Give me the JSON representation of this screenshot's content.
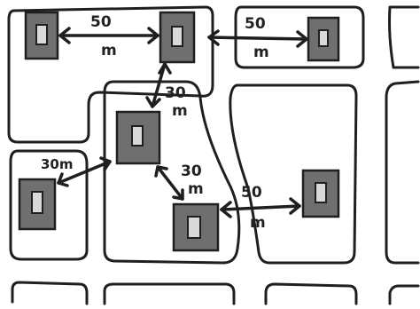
{
  "diagram": {
    "colors": {
      "ink": "#1f1f1f",
      "building_fill": "#6f6f6f",
      "door_fill": "#d9d9d9",
      "background": "#ffffff"
    },
    "links": [
      {
        "id": "a-b",
        "value": "50",
        "unit": "m"
      },
      {
        "id": "b-c",
        "value": "50",
        "unit": "m"
      },
      {
        "id": "b-d",
        "value": "30",
        "unit": "m"
      },
      {
        "id": "d-e",
        "value": "30m",
        "unit": ""
      },
      {
        "id": "d-f",
        "value": "30",
        "unit": "m"
      },
      {
        "id": "f-g",
        "value": "50",
        "unit": "m"
      }
    ]
  }
}
